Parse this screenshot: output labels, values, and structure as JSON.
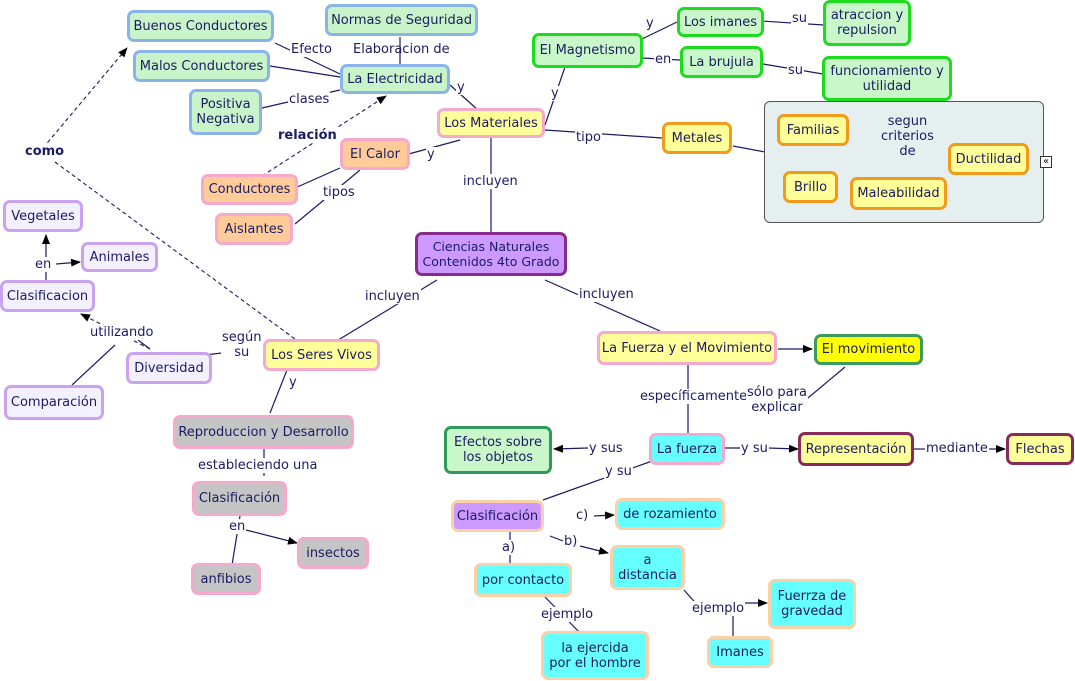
{
  "nodes": {
    "ciencias": "Ciencias Naturales\nContenidos 4to Grado",
    "materiales": "Los Materiales",
    "electricidad": "La Electricidad",
    "normas": "Normas de Seguridad",
    "buenos": "Buenos Conductores",
    "malos": "Malos Conductores",
    "positiva": "Positiva\nNegativa",
    "calor": "El Calor",
    "conductores": "Conductores",
    "aislantes": "Aislantes",
    "magnetismo": "El Magnetismo",
    "imanes_top": "Los imanes",
    "brujula": "La brujula",
    "atraccion": "atraccion y\nrepulsion",
    "funcionamiento": "funcionamiento y\nutilidad",
    "metales": "Metales",
    "familias": "Familias",
    "brillo": "Brillo",
    "maleabilidad": "Maleabilidad",
    "ductilidad": "Ductilidad",
    "seres": "Los Seres Vivos",
    "reproduccion": "Reproduccion y Desarrollo",
    "clasif_sv": "Clasificación",
    "anfibios": "anfibios",
    "insectos": "insectos",
    "diversidad": "Diversidad",
    "clasif_left": "Clasificacion",
    "vegetales": "Vegetales",
    "animales": "Animales",
    "comparacion": "Comparación",
    "fuerza_mov": "La Fuerza y el Movimiento",
    "movimiento": "El movimiento",
    "la_fuerza": "La fuerza",
    "efectos": "Efectos sobre\nlos objetos",
    "representacion": "Representación",
    "flechas": "Flechas",
    "clasif_f": "Clasificación",
    "rozamiento": "de rozamiento",
    "contacto": "por contacto",
    "distancia": "a\ndistancia",
    "ejercida": "la ejercida\npor el hombre",
    "gravedad": "Fuerrza de\ngravedad",
    "imanes_bot": "Imanes"
  },
  "labels": {
    "incluyen_top": "incluyen",
    "incluyen_left": "incluyen",
    "incluyen_right": "incluyen",
    "y_mat_elec": "y",
    "elaboracion": "Elaboracion de",
    "efecto": "Efecto",
    "clases": "clases",
    "relacion": "relación",
    "y_calor": "y",
    "tipos": "tipos",
    "y_magnet": "y",
    "y_imanes": "y",
    "en_brujula": "en",
    "su_1": "su",
    "su_2": "su",
    "tipo": "tipo",
    "segun_criterios": "segun\ncriterios\nde",
    "como": "como",
    "segun_su": "según\nsu",
    "utilizando": "utilizando",
    "en_left": "en",
    "y_seres": "y",
    "estableciendo": "estableciendo una",
    "en_sv": "en",
    "especificamente": "específicamente",
    "solo_para": "sólo para\nexplicar",
    "y_sus": "y sus",
    "y_su_rep": "y su",
    "y_su_clas": "y su",
    "mediante": "mediante",
    "c_label": "c)",
    "b_label": "b)",
    "a_label": "a)",
    "ejemplo_1": "ejemplo",
    "ejemplo_2": "ejemplo"
  },
  "colors": {
    "line": "#1b1b63",
    "panel": "#e6efef"
  },
  "icons": {
    "collapse": "«"
  }
}
